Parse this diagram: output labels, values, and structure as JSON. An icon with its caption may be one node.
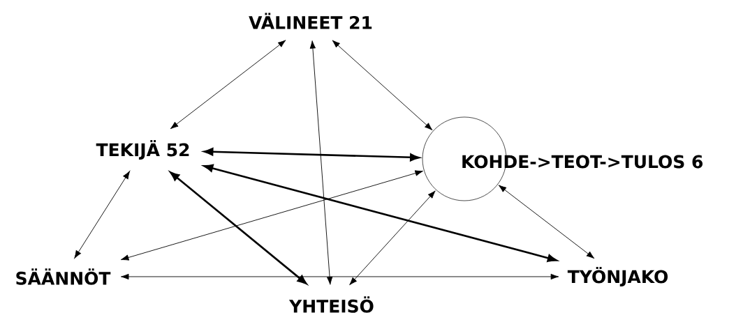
{
  "diagram": {
    "nodes": [
      {
        "text": [
          "VÄLINEET 21"
        ]
      },
      {
        "text": [
          "TEKIJÄ 52"
        ]
      },
      {
        "text": [
          "KOHDE->TEOT->TULOS 6"
        ]
      },
      {
        "text": [
          "SÄÄNNÖT"
        ]
      },
      {
        "text": [
          "YHTEISÖ"
        ]
      },
      {
        "text": [
          "TYÖNJAKO"
        ]
      }
    ],
    "edges": [
      {
        "from": 0,
        "to": 1,
        "arrow": "both"
      },
      {
        "from": 0,
        "to": 4,
        "arrow": "both"
      },
      {
        "from": 0,
        "to": 2,
        "arrow": "both"
      },
      {
        "from": 1,
        "to": 2,
        "arrow": "both",
        "style": "thick"
      },
      {
        "from": 1,
        "to": 3,
        "arrow": "both"
      },
      {
        "from": 1,
        "to": 4,
        "arrow": "both",
        "style": "thick"
      },
      {
        "from": 1,
        "to": 5,
        "arrow": "both",
        "style": "thick"
      },
      {
        "from": 2,
        "to": 3,
        "arrow": "both"
      },
      {
        "from": 2,
        "to": 4,
        "arrow": "both"
      },
      {
        "from": 2,
        "to": 5,
        "arrow": "both"
      },
      {
        "from": 3,
        "to": 5,
        "arrow": "both"
      }
    ]
  }
}
